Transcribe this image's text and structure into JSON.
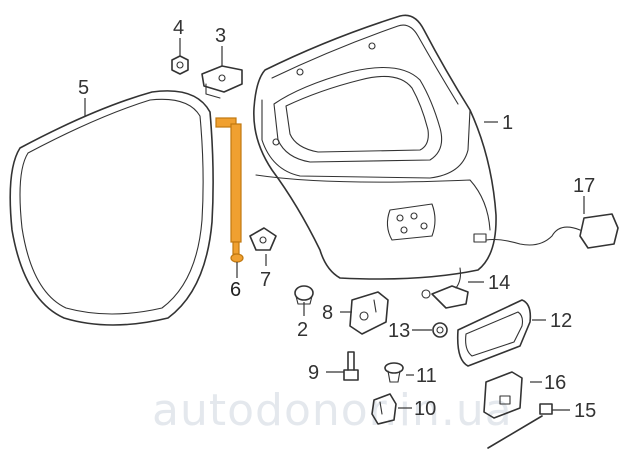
{
  "parts": [
    {
      "id": "1",
      "label": "1"
    },
    {
      "id": "2",
      "label": "2"
    },
    {
      "id": "3",
      "label": "3"
    },
    {
      "id": "4",
      "label": "4"
    },
    {
      "id": "5",
      "label": "5"
    },
    {
      "id": "6",
      "label": "6",
      "highlighted": true
    },
    {
      "id": "7",
      "label": "7"
    },
    {
      "id": "8",
      "label": "8"
    },
    {
      "id": "9",
      "label": "9"
    },
    {
      "id": "10",
      "label": "10"
    },
    {
      "id": "11",
      "label": "11"
    },
    {
      "id": "12",
      "label": "12"
    },
    {
      "id": "13",
      "label": "13"
    },
    {
      "id": "14",
      "label": "14"
    },
    {
      "id": "15",
      "label": "15"
    },
    {
      "id": "16",
      "label": "16"
    },
    {
      "id": "17",
      "label": "17"
    }
  ],
  "watermark": "autodonor.in.ua",
  "colors": {
    "line": "#333333",
    "highlight": "#f0a030",
    "highlight_stroke": "#c07810",
    "watermark": "#cfd6e0"
  }
}
